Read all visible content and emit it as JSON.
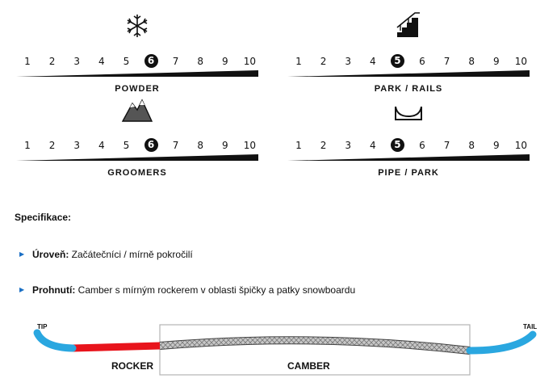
{
  "ratings": [
    {
      "label": "POWDER",
      "selected": 6,
      "icon": "snowflake-icon",
      "numbers": [
        "1",
        "2",
        "3",
        "4",
        "5",
        "6",
        "7",
        "8",
        "9",
        "10"
      ]
    },
    {
      "label": "PARK / RAILS",
      "selected": 5,
      "icon": "rail-stairs-icon",
      "numbers": [
        "1",
        "2",
        "3",
        "4",
        "5",
        "6",
        "7",
        "8",
        "9",
        "10"
      ]
    },
    {
      "label": "GROOMERS",
      "selected": 6,
      "icon": "mountain-icon",
      "numbers": [
        "1",
        "2",
        "3",
        "4",
        "5",
        "6",
        "7",
        "8",
        "9",
        "10"
      ]
    },
    {
      "label": "PIPE / PARK",
      "selected": 5,
      "icon": "halfpipe-icon",
      "numbers": [
        "1",
        "2",
        "3",
        "4",
        "5",
        "6",
        "7",
        "8",
        "9",
        "10"
      ]
    }
  ],
  "spec": {
    "title": "Specifikace:",
    "items": [
      {
        "key": "Úroveň:",
        "value": " Začátečníci / mírně pokročilí"
      },
      {
        "key": "Prohnutí:",
        "value": " Camber s mírným rockerem v oblasti špičky a patky snowboardu"
      }
    ]
  },
  "profile": {
    "tip": "TIP",
    "tail": "TAIL",
    "rocker": "ROCKER",
    "camber": "CAMBER",
    "colors": {
      "rocker": "#e8141c",
      "tip": "#2aa7e0",
      "camber": "#9a9a9a",
      "frame": "#b3b3b3"
    }
  }
}
